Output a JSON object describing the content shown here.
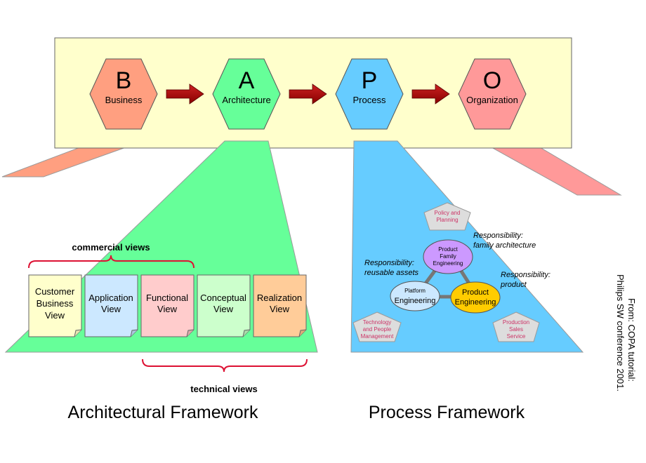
{
  "bapo": {
    "b": {
      "letter": "B",
      "label": "Business",
      "color": "#ff9f80"
    },
    "a": {
      "letter": "A",
      "label": "Architecture",
      "color": "#66ff99"
    },
    "p": {
      "letter": "P",
      "label": "Process",
      "color": "#66ccff"
    },
    "o": {
      "letter": "O",
      "label": "Organization",
      "color": "#ff9999"
    }
  },
  "architecture_framework": {
    "commercial_label": "commercial views",
    "technical_label": "technical views",
    "title": "Architectural Framework",
    "views": [
      {
        "line1": "Customer",
        "line2": "Business",
        "line3": "View",
        "color": "#ffffcc"
      },
      {
        "line1": "Application",
        "line2": "View",
        "line3": "",
        "color": "#cce8ff"
      },
      {
        "line1": "Functional",
        "line2": "View",
        "line3": "",
        "color": "#ffcccc"
      },
      {
        "line1": "Conceptual",
        "line2": "View",
        "line3": "",
        "color": "#ccffcc"
      },
      {
        "line1": "Realization",
        "line2": "View",
        "line3": "",
        "color": "#ffcc99"
      }
    ]
  },
  "process_framework": {
    "title": "Process Framework",
    "policy": {
      "line1": "Policy and",
      "line2": "Planning"
    },
    "tech_people": {
      "line1": "Technology",
      "line2": "and People",
      "line3": "Management"
    },
    "production": {
      "line1": "Production",
      "line2": "Sales",
      "line3": "Service"
    },
    "pfe": {
      "line1": "Product",
      "line2": "Family",
      "line3": "Engineering"
    },
    "platform": {
      "line1": "Platform",
      "line2": "Engineering"
    },
    "product": {
      "line1": "Product",
      "line2": "Engineering"
    },
    "resp_family": {
      "line1": "Responsibility:",
      "line2": "family architecture"
    },
    "resp_assets": {
      "line1": "Responsibility:",
      "line2": "reusable assets"
    },
    "resp_product": {
      "line1": "Responsibility:",
      "line2": "product"
    }
  },
  "credit": {
    "line1": "From: COPA tutorial:",
    "line2": "Philips SW conference 2001."
  },
  "colors": {
    "banner": "#ffffcc",
    "arrow": "#990000",
    "bracket": "#dd1133",
    "green_panel": "#66ff99",
    "blue_panel": "#66ccff"
  }
}
